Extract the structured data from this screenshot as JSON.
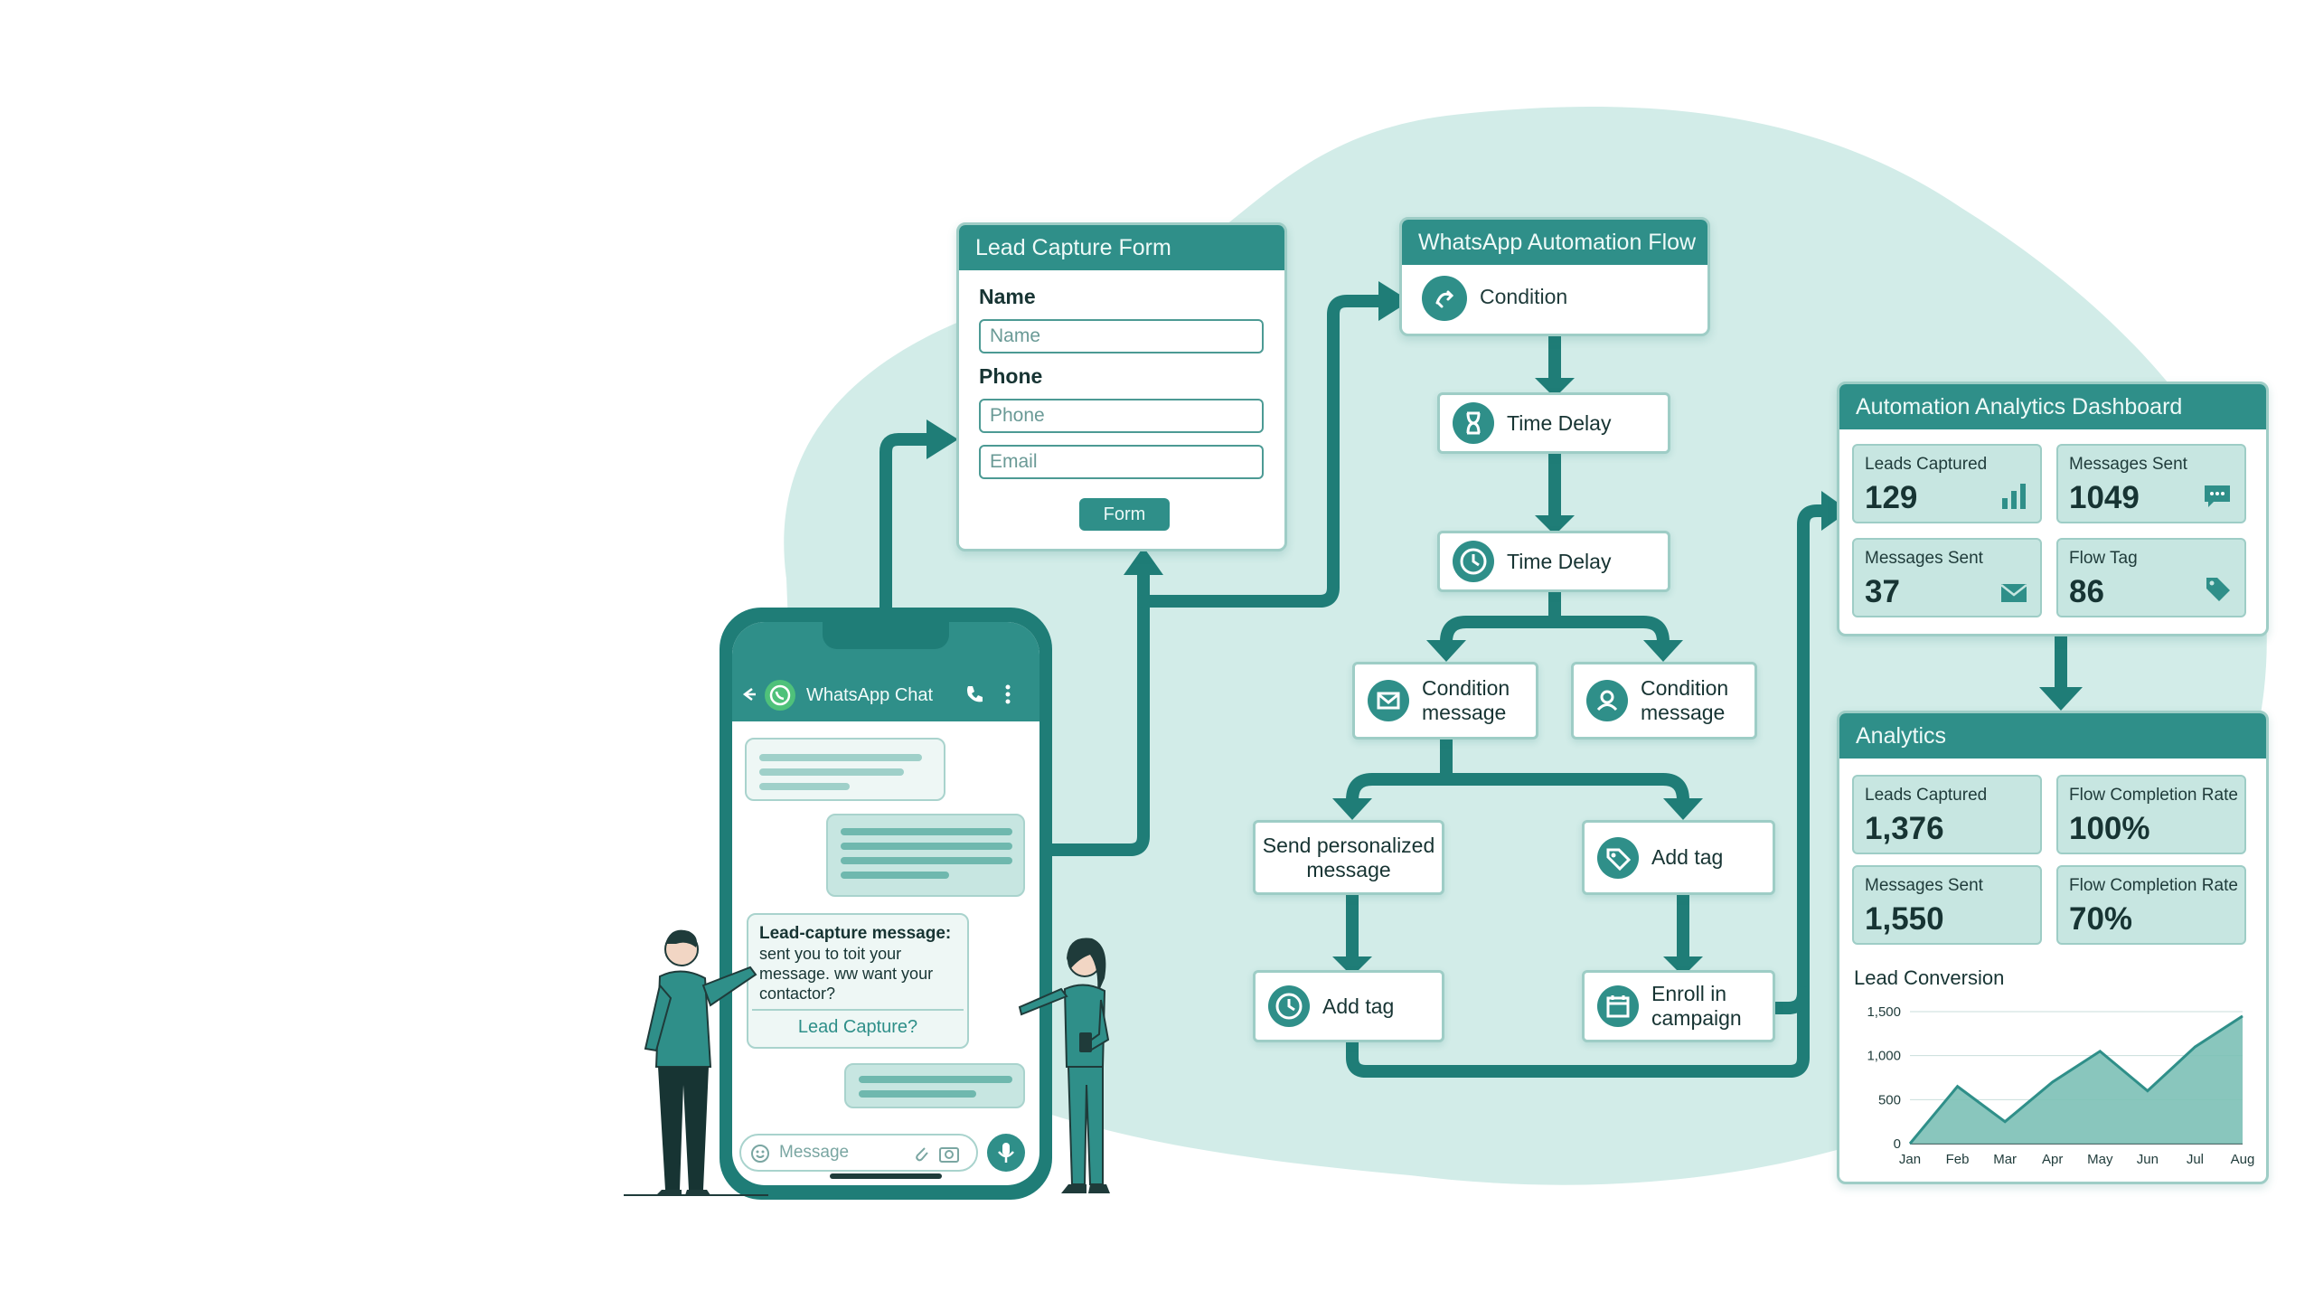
{
  "form": {
    "title": "Lead Capture Form",
    "name_label": "Name",
    "name_placeholder": "Name",
    "phone_label": "Phone",
    "phone_placeholder": "Phone",
    "email_placeholder": "Email",
    "button": "Form"
  },
  "flow": {
    "title": "WhatsApp Automation Flow",
    "condition": "Condition",
    "delay1": "Time Delay",
    "delay2": "Time Delay",
    "cond_msg_left": "Condition message",
    "cond_msg_right": "Condition message",
    "send_personalized": "Send personalized message",
    "add_tag_right": "Add tag",
    "add_tag_left": "Add tag",
    "enroll": "Enroll in campaign"
  },
  "phone": {
    "app_title": "WhatsApp Chat",
    "lead_msg_title": "Lead-capture message:",
    "lead_msg_body": "sent you to toit your message. ww want your contactor?",
    "lead_link": "Lead Capture?",
    "input_placeholder": "Message"
  },
  "dashboard": {
    "title": "Automation Analytics Dashboard",
    "tiles": [
      {
        "label": "Leads Captured",
        "value": "129",
        "icon": "bar-chart-icon"
      },
      {
        "label": "Messages Sent",
        "value": "1049",
        "icon": "chat-icon"
      },
      {
        "label": "Messages Sent",
        "value": "37",
        "icon": "mail-icon"
      },
      {
        "label": "Flow Tag",
        "value": "86",
        "icon": "tag-icon"
      }
    ]
  },
  "analytics": {
    "title": "Analytics",
    "tiles": [
      {
        "label": "Leads Captured",
        "value": "1,376"
      },
      {
        "label": "Flow Completion Rate",
        "value": "100%"
      },
      {
        "label": "Messages Sent",
        "value": "1,550"
      },
      {
        "label": "Flow Completion Rate",
        "value": "70%"
      }
    ],
    "chart_title": "Lead Conversion"
  },
  "colors": {
    "primary": "#2f8f89",
    "dark": "#1f7d77",
    "blob": "#d2ece8",
    "tile": "#c7e6e1"
  },
  "chart_data": {
    "type": "area",
    "title": "Lead Conversion",
    "categories": [
      "Jan",
      "Feb",
      "Mar",
      "Apr",
      "May",
      "Jun",
      "Jul",
      "Aug"
    ],
    "values": [
      0,
      650,
      250,
      700,
      1050,
      600,
      1100,
      1450
    ],
    "ylim": [
      0,
      1500
    ],
    "yticks": [
      0,
      500,
      1000,
      1500
    ],
    "ytick_labels": [
      "0",
      "500",
      "1,000",
      "1,500"
    ],
    "xlabel": "",
    "ylabel": "",
    "grid": true
  }
}
